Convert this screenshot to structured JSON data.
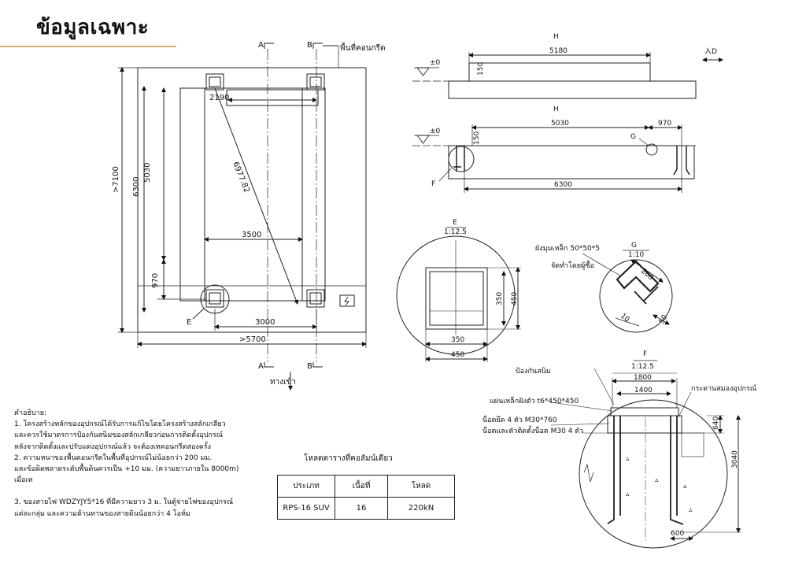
{
  "page": {
    "title": "ข้อมูลเฉพาะ"
  },
  "plan": {
    "dims": {
      "w2190": "2190",
      "h5030": "5030",
      "h6300": "6300",
      "h7100": ">7100",
      "diag": "6977.82",
      "w3500": "3500",
      "h970": "970",
      "w3000": "3000",
      "w5700": ">5700"
    },
    "labels": {
      "a_top": "A",
      "b_top": "B",
      "a_bot": "A",
      "b_bot": "B",
      "e": "E",
      "concrete": "พื้นที่คอนกรีต",
      "entrance": "ทางเข้า"
    }
  },
  "section_top": {
    "h": "H",
    "level": "±0",
    "d150": "150",
    "d5180": "5180",
    "arrow": "入D"
  },
  "section_mid": {
    "h": "H",
    "level": "±0",
    "d150": "150",
    "d5030": "5030",
    "d970": "970",
    "d6300": "6300",
    "g": "G",
    "f": "F"
  },
  "detail_e": {
    "name": "E",
    "scale": "1:12.5",
    "d350v": "350",
    "d450v": "450",
    "d350h": "350",
    "d450h": "450"
  },
  "detail_g": {
    "name": "G",
    "scale": "1:10",
    "note1": "ผังมุมเหล็ก 50*50*5",
    "note2": "จัดทำโดยผู้ซื้อ",
    "d200": "200",
    "d10": "10",
    "d50": "50"
  },
  "detail_f": {
    "name": "F",
    "scale": "1:12.5",
    "d1800": "1800",
    "d1400": "1400",
    "d640": "640",
    "d3040": "3040",
    "d600": "600",
    "label_rust": "ป้องกันสนิม",
    "label_plate": "แผ่นเหล็กฝังตัว t6*450*450",
    "label_bolt1": "น็อตยึด 4 ตัว M30*760",
    "label_bolt2": "น็อตและตัวติดตั้งน็อต M30 4 ตัว",
    "label_beam": "กระดานสมองอุปกรณ์"
  },
  "notes": {
    "header": "คำอธิบาย:",
    "l1": "1. โครงสร้างหลักของอุปกรณ์ได้รับการแก้ไขโดยโครงสร้างสลักเกลียว",
    "l2": "และควรใช้มาตรการป้องกันสนิมของสลักเกลียวก่อนการติดตั้งอุปกรณ์",
    "l3": "หลังจากติดตั้งและปรับแต่งอุปกรณ์แล้ว จะต้องเทคอนกรีตสองครั้ง",
    "l4": "2. ความหนาของพื้นคอนกรีตในพื้นที่อุปกรณ์ไม่น้อยกว่า 200 มม.",
    "l5": "และข้อผิดพลาดระดับพื้นดินควรเป็น +10 มม. (ความยาวภายใน 8000m)",
    "l6": "เมื่อเท",
    "l7": "3. ของสายไฟ WDZYJY5*16 ที่มีความยาว 3 ม. ในตู้จ่ายไฟของอุปกรณ์",
    "l8": "แต่ละกลุ่ม และความต้านทานของสายดินน้อยกว่า 4 โอห์ม"
  },
  "load_table": {
    "title": "โหลดตารางที่คอลัมน์เดียว",
    "h1": "ประเภท",
    "h2": "เนื้อที่",
    "h3": "โหลด",
    "c1": "RPS-16 SUV",
    "c2": "16",
    "c3": "220kN"
  }
}
